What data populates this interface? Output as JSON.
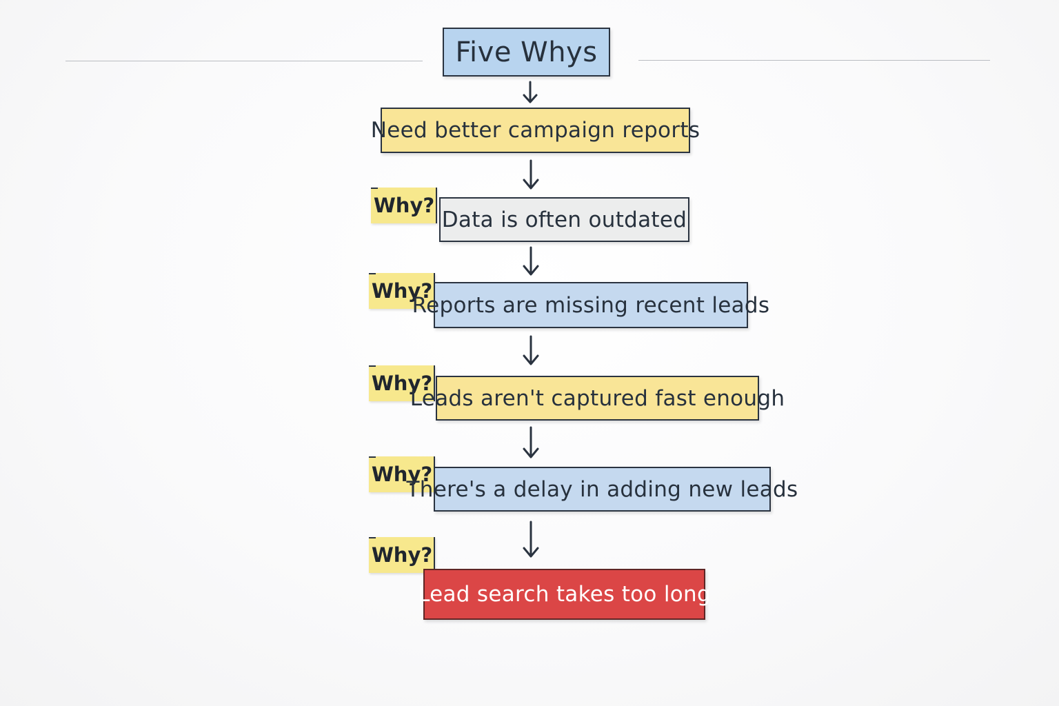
{
  "title": "Five Whys",
  "problem": "Need better campaign reports",
  "why_label": "Why?",
  "answers": [
    "Data is often outdated",
    "Reports are missing recent leads",
    "Leads aren't captured fast enough",
    "There's a delay in adding new leads",
    "Lead search takes too long"
  ],
  "colors": {
    "title": "#b8d4ef",
    "yellow": "#f9e597",
    "grey": "#eceded",
    "blue": "#c5d9ef",
    "root_cause": "#db4646",
    "why_tag": "#f7e88d"
  }
}
